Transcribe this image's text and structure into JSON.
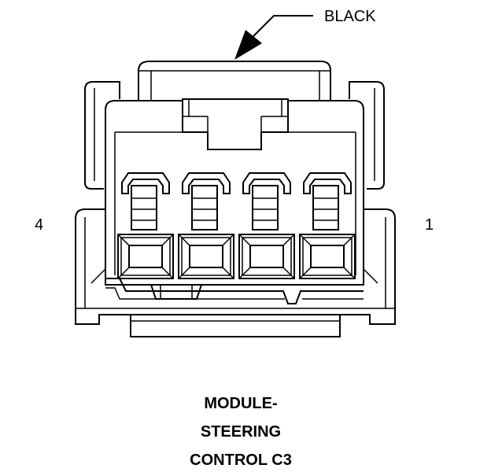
{
  "connector": {
    "color_label": "BLACK",
    "pin_left_label": "4",
    "pin_right_label": "1",
    "cavity_count": 4,
    "title_lines": [
      "MODULE-",
      "STEERING",
      "CONTROL C3"
    ]
  }
}
